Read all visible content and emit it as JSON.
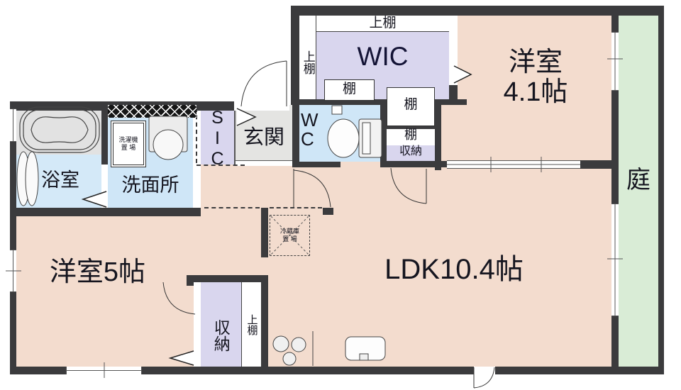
{
  "plan": {
    "rooms": {
      "western_room_41": {
        "name": "洋室\n4.1帖"
      },
      "western_room_5": {
        "name": "洋室5帖"
      },
      "ldk": {
        "name": "LDK10.4帖"
      },
      "garden": {
        "name": "庭"
      },
      "wic": {
        "name": "WIC"
      },
      "entrance": {
        "name": "玄関"
      },
      "bathroom": {
        "name": "浴室"
      },
      "washroom": {
        "name": "洗面所"
      },
      "toilet": {
        "name": "W\nC"
      },
      "shoe_closet": {
        "name": "SIC"
      }
    },
    "storage": {
      "upper_shelf_top": "上棚",
      "upper_shelf_left": "上棚",
      "shelf_wic": "棚",
      "shelf_column_top": "棚",
      "shelf_column_mid": "棚",
      "shelf_column_shuno": "収納",
      "closet": "収納",
      "closet_upper_shelf": "上棚"
    },
    "fixtures": {
      "washer_place": "洗濯機\n置 場",
      "fridge_place": "冷蔵庫\n置 場"
    },
    "colors": {
      "wall": "#3b3b3d",
      "room_pink": "#f3dcce",
      "closet_lavender": "#d9d6ee",
      "wet_blue": "#cfe6f7",
      "garden_green": "#d9ecd6",
      "entry_gray": "#e4e4e2",
      "counter_gray": "#e4e4e4"
    }
  }
}
